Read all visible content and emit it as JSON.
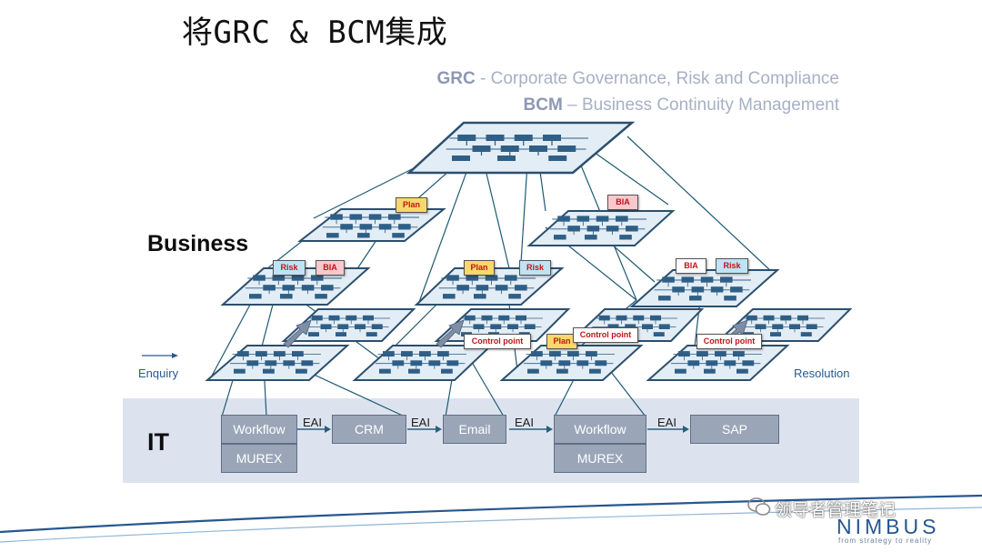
{
  "title": "将GRC & BCM集成",
  "definitions": {
    "grc_abbr": "GRC",
    "grc_rest": " - Corporate Governance, Risk and Compliance",
    "bcm_abbr": "BCM",
    "bcm_rest": " – Business Continuity Management"
  },
  "labels": {
    "business": "Business",
    "it": "IT",
    "enquiry": "Enquiry",
    "resolution": "Resolution"
  },
  "tags": {
    "plan": "Plan",
    "risk": "Risk",
    "bia": "BIA",
    "control_point": "Control point"
  },
  "it_systems": {
    "workflow": "Workflow",
    "murex": "MUREX",
    "crm": "CRM",
    "email": "Email",
    "sap": "SAP",
    "eai": "EAI"
  },
  "footer": {
    "wechat": "领导者管理笔记",
    "logo": "NIMBUS",
    "tagline": "from strategy to reality"
  },
  "colors": {
    "plane_fill": "#e3edf5",
    "plane_stroke": "#2c4f6e",
    "connector": "#1f5a72",
    "it_band": "#dde3ee",
    "system_box": "#9aa6b8",
    "accent_blue": "#27578f"
  }
}
